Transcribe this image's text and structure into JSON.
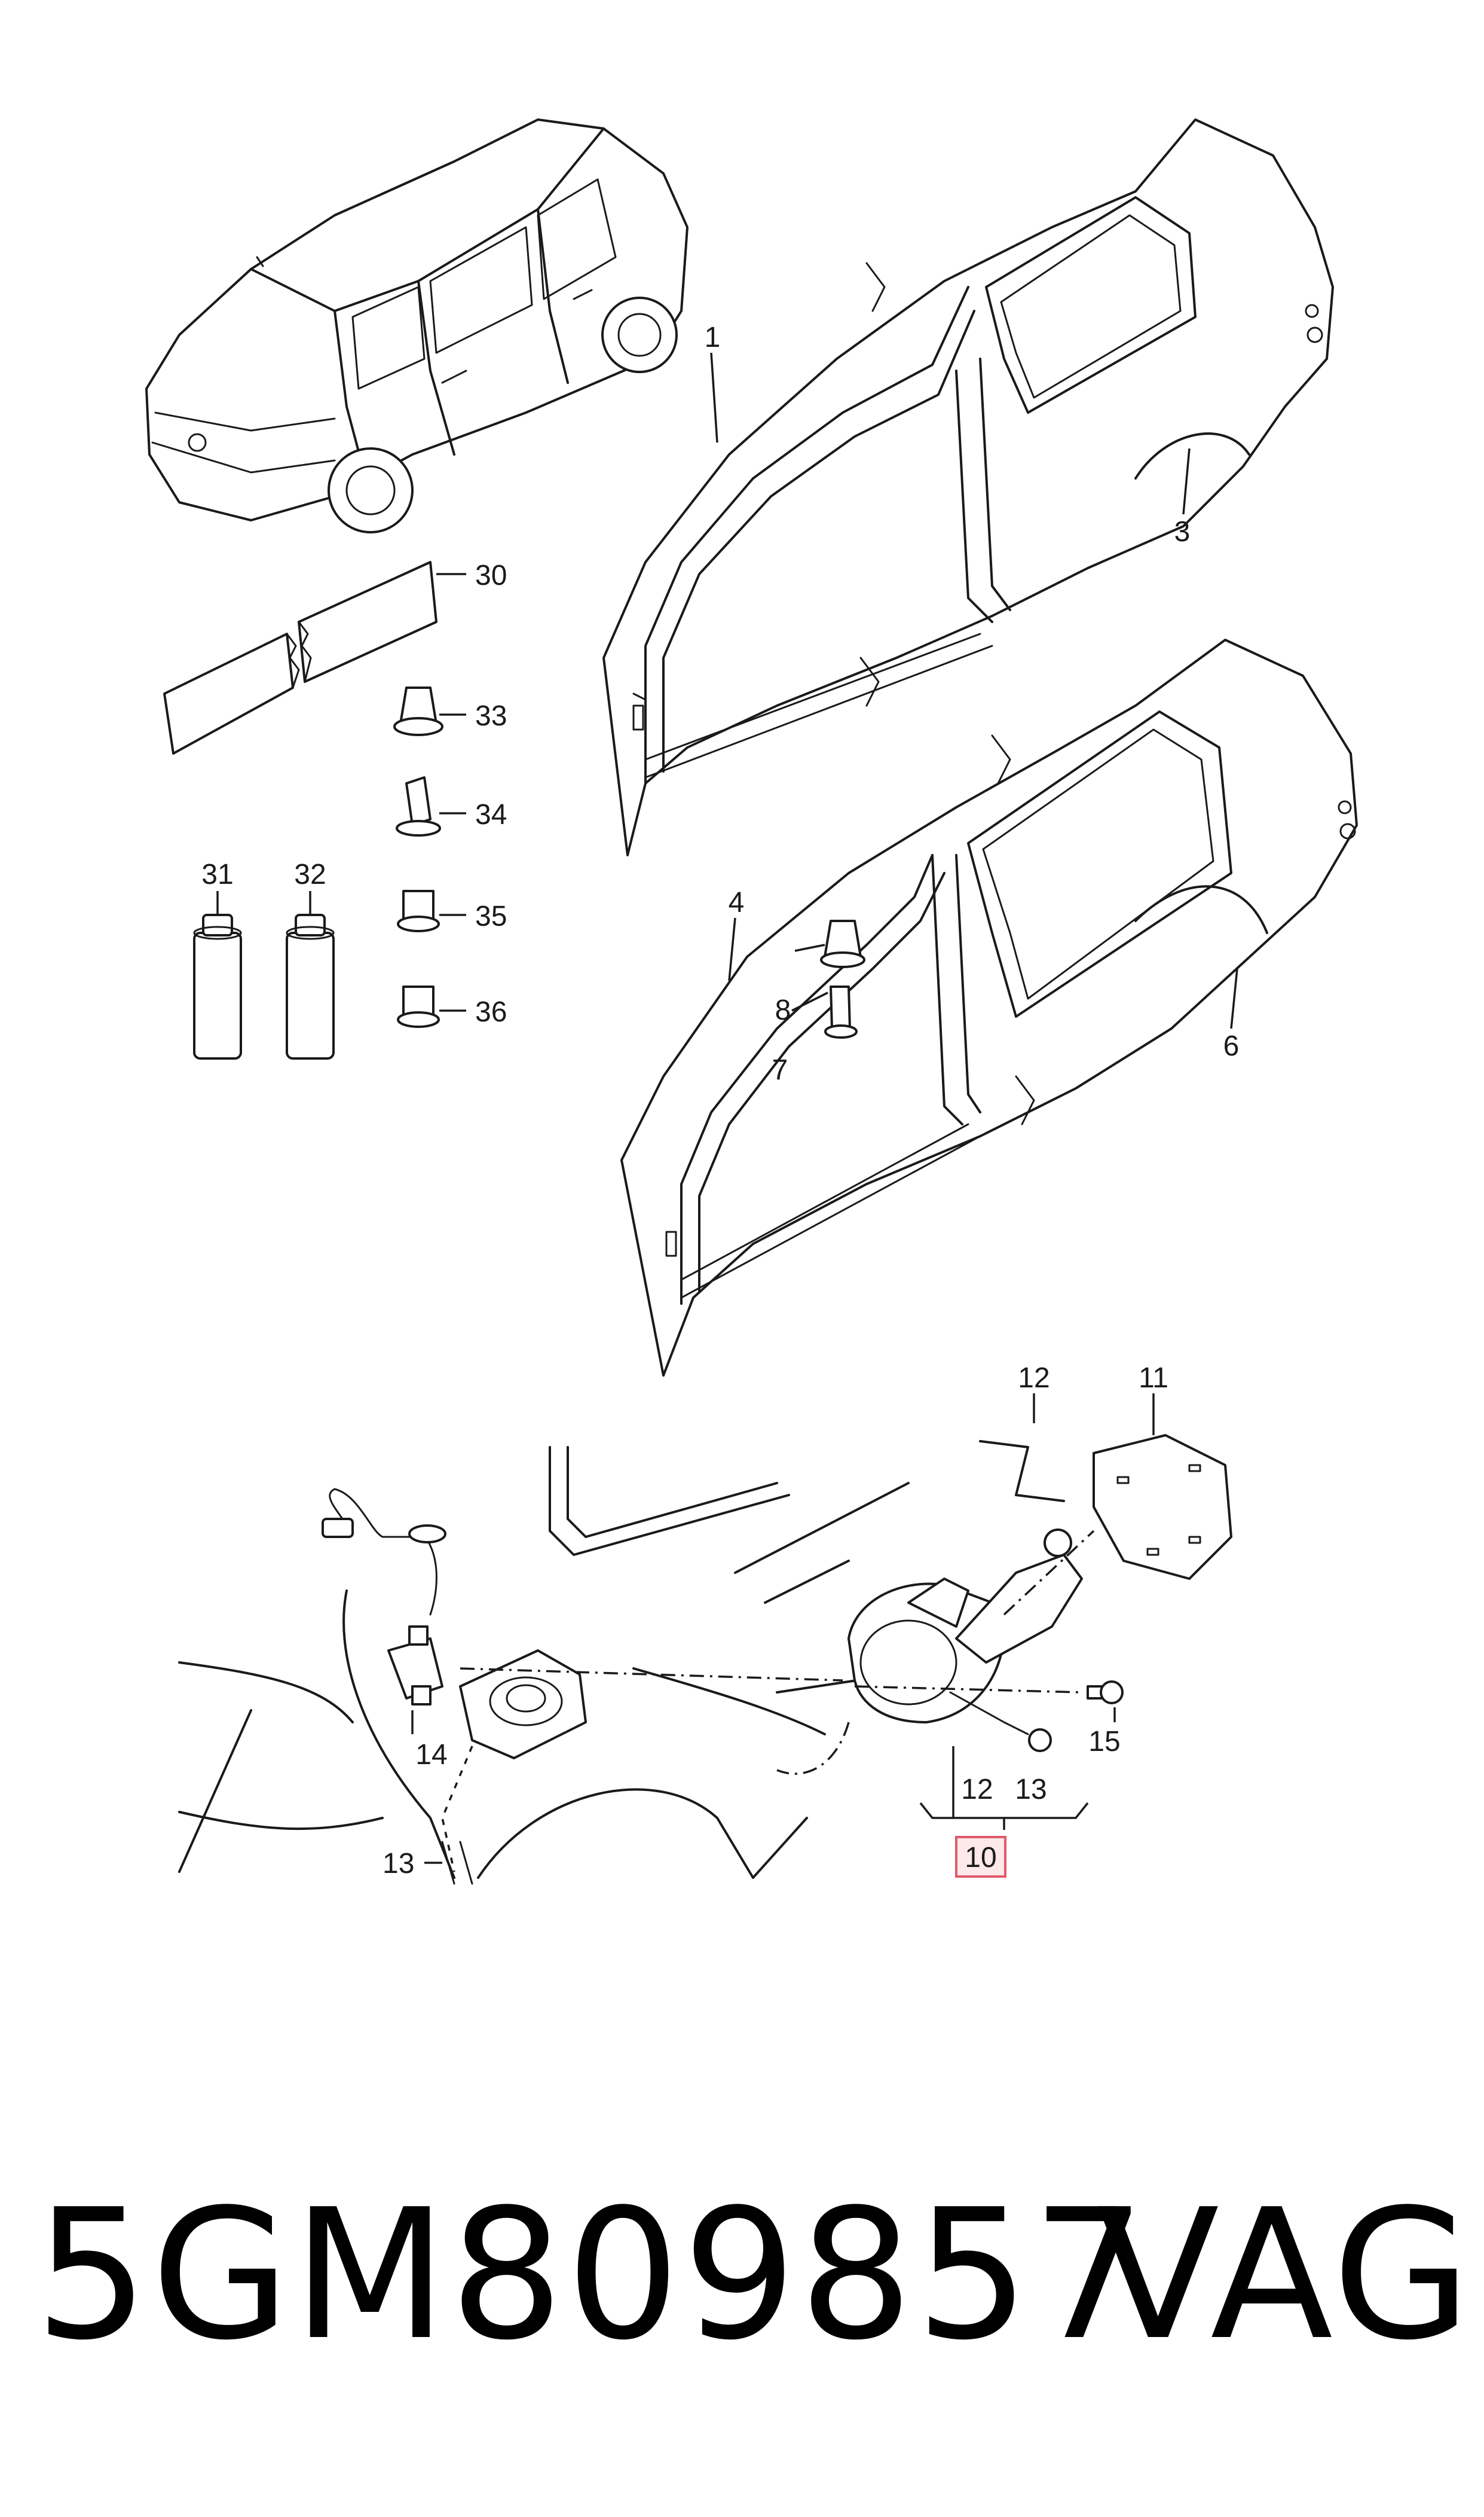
{
  "callouts": {
    "c1": "1",
    "c3": "3",
    "c4": "4",
    "c6": "6",
    "c7": "7",
    "c8": "8",
    "c10": "10",
    "c11": "11",
    "c12a": "12",
    "c12b": "12",
    "c13a": "13",
    "c13b": "13",
    "c14": "14",
    "c15": "15",
    "c30": "30",
    "c31": "31",
    "c32": "32",
    "c33": "33",
    "c34": "34",
    "c35": "35",
    "c36": "36"
  },
  "highlight_color": "#e05a6a",
  "footer": {
    "part_number": "5GM809857",
    "brand": "VAG"
  }
}
